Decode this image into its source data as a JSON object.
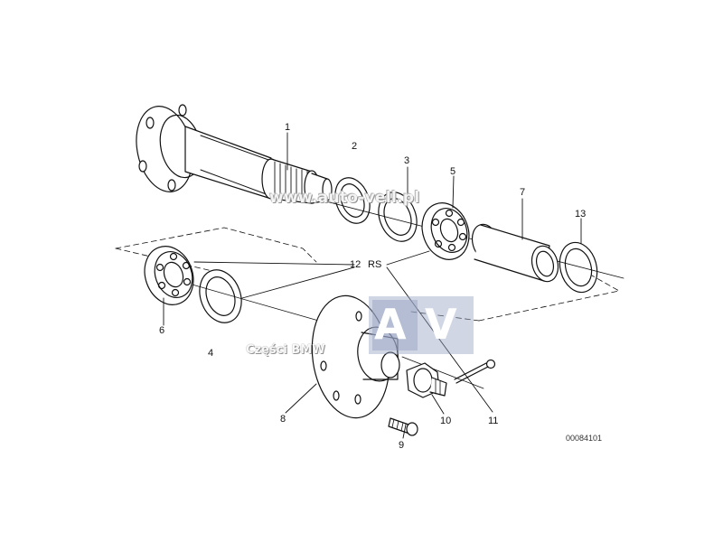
{
  "callouts": {
    "c1": "1",
    "c2": "2",
    "c3": "3",
    "c4": "4",
    "c5": "5",
    "c6": "6",
    "c7": "7",
    "c8": "8",
    "c9": "9",
    "c10": "10",
    "c11": "11",
    "c12": "12",
    "rs": "RS",
    "c13": "13"
  },
  "watermarks": {
    "url": "www.auto-vell.pl",
    "parts": "Części BMW",
    "logo_letters": [
      "A",
      "V"
    ]
  },
  "drawing_code": "00084101",
  "colors": {
    "ink": "#111111",
    "watermark_box": "#9aa3c6"
  }
}
